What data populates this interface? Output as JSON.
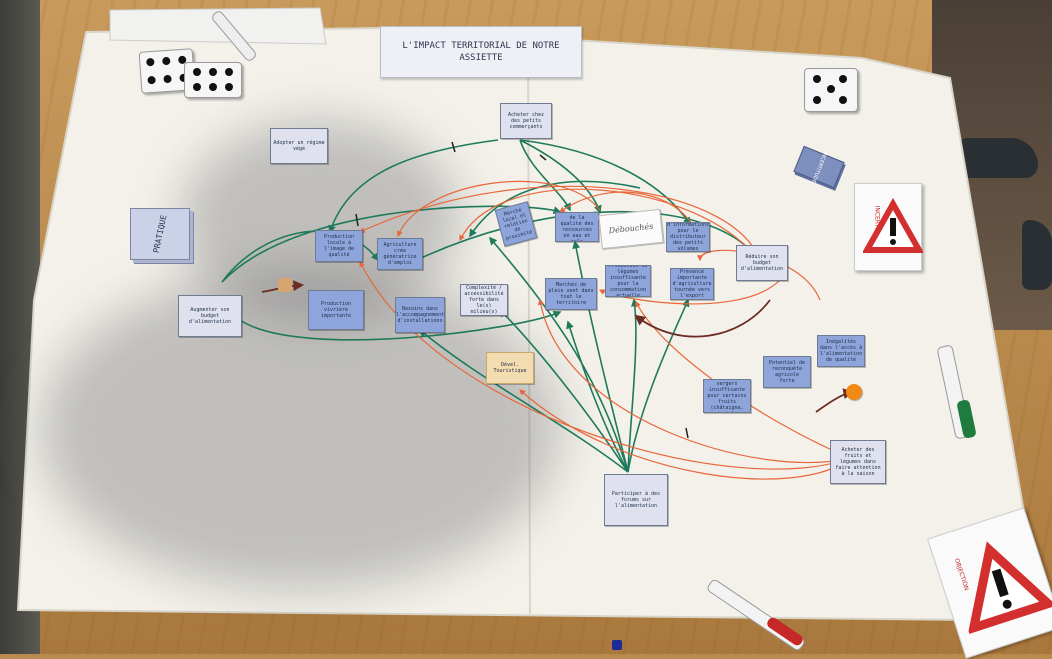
{
  "title": "L'IMPACT TERRITORIAL DE NOTRE ASSIETTE",
  "pratique_card": "PRATIQUE",
  "deck_label": "INCERTITUDE",
  "warning_label_right": "INCERTITUDE",
  "warning_label_bottom": "OBJECTION",
  "handwritten_box": "Débouchés",
  "nodes": [
    {
      "id": "n1",
      "text": "Adopter un régime végé",
      "style": "light"
    },
    {
      "id": "n2",
      "text": "Acheter chez des petits commerçants",
      "style": "light"
    },
    {
      "id": "n3",
      "text": "Production locale à l'image de qualité",
      "style": "dark"
    },
    {
      "id": "n4",
      "text": "Agriculture crée génératrice d'emploi",
      "style": "dark"
    },
    {
      "id": "n5",
      "text": "Marché local et relation de proximité",
      "style": "dark"
    },
    {
      "id": "n6",
      "text": "Amélioration de la qualité des ressources en eau et sols",
      "style": "dark"
    },
    {
      "id": "n7",
      "text": "Diffusion d'informations pour le distributeur des petits volumes agricoles",
      "style": "dark"
    },
    {
      "id": "n8",
      "text": "Réduire son budget d'alimentation",
      "style": "light"
    },
    {
      "id": "n9",
      "text": "Production vivrière importante",
      "style": "dark"
    },
    {
      "id": "n10",
      "text": "Besoins dans l'accompagnement d'installations",
      "style": "dark"
    },
    {
      "id": "n11",
      "text": "Complexité / accessibilité forte dans le(s) milieu(x)",
      "style": "light"
    },
    {
      "id": "n12",
      "text": "Marchés de plein vent dans tout le territoire",
      "style": "dark"
    },
    {
      "id": "n13",
      "text": "Production de légumes insuffisante pour la consommation actuelle",
      "style": "dark"
    },
    {
      "id": "n14",
      "text": "Présence importante d'agriculture tournée vers l'export",
      "style": "dark"
    },
    {
      "id": "n15",
      "text": "Augmenter son budget d'alimentation",
      "style": "light"
    },
    {
      "id": "n16",
      "text": "Inégalités dans l'accès à l'alimentation de qualité",
      "style": "dark"
    },
    {
      "id": "n17",
      "text": "Potentiel de reconquête agricole forte",
      "style": "dark"
    },
    {
      "id": "n18",
      "text": "Production vergers insuffisante pour certains fruits (châtaigne, noix)",
      "style": "dark"
    },
    {
      "id": "n19",
      "text": "Acheter des fruits et légumes dans faire attention à la saison",
      "style": "light"
    },
    {
      "id": "n20",
      "text": "Participer à des forums sur l'alimentation",
      "style": "light"
    }
  ],
  "post_it": "Dével. Touristique",
  "colors": {
    "green_arrow": "#1e7a5a",
    "red_arrow": "#e8673a",
    "brown_arrow": "#6b2c22"
  }
}
